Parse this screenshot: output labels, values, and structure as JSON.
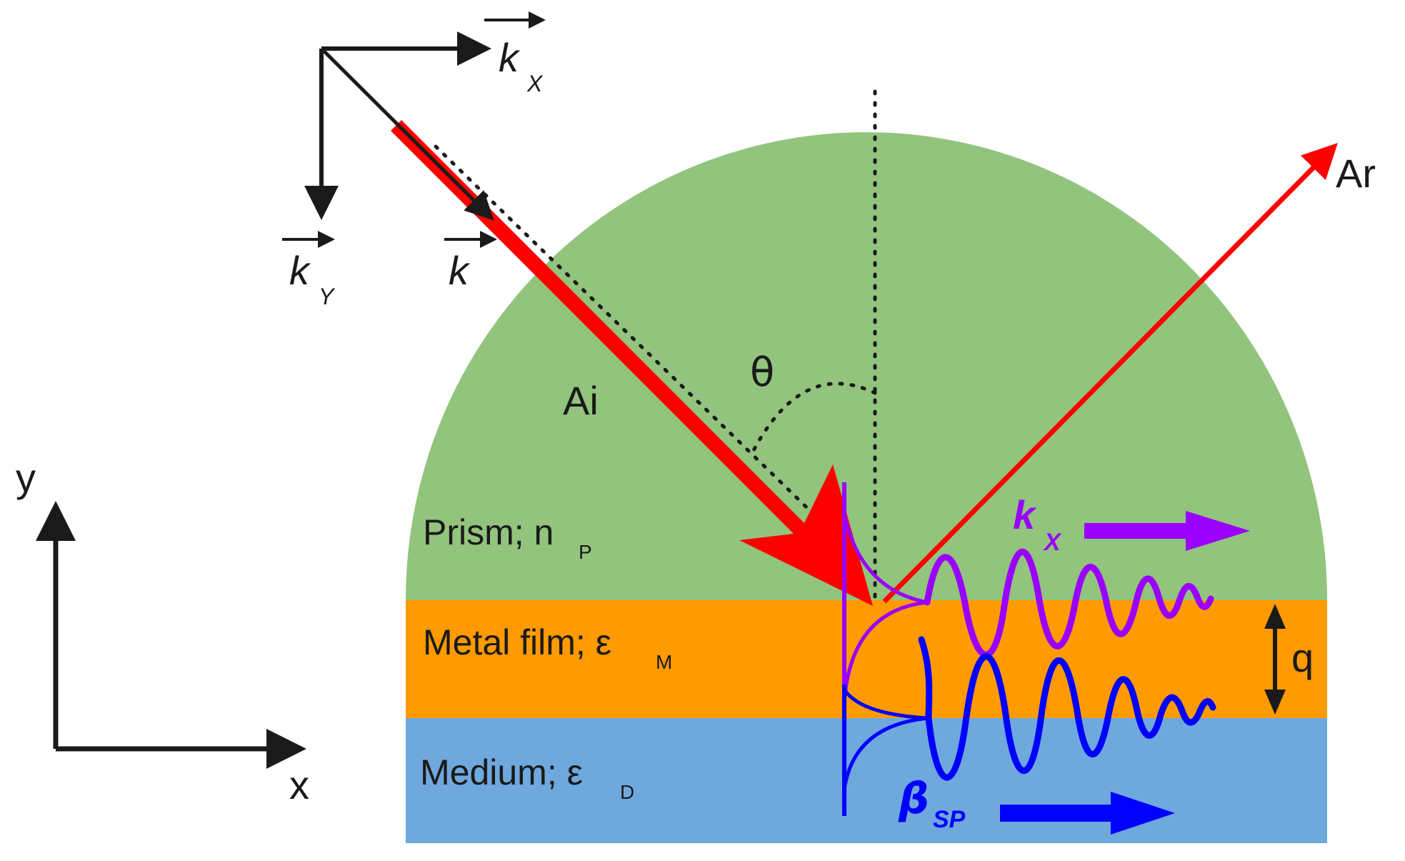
{
  "labels": {
    "prism_main": "Prism; n",
    "prism_sub": "P",
    "metal_main": "Metal film; ε",
    "metal_sub": "M",
    "medium_main": "Medium; ε",
    "medium_sub": "D",
    "ai": "Ai",
    "ar": "Ar",
    "theta": "θ",
    "q": "q",
    "axis_x": "x",
    "axis_y": "y",
    "kx_vec": "k",
    "kx_vec_sub": "X",
    "ky_vec": "k",
    "ky_vec_sub": "Y",
    "k_vec": "k",
    "kx_wave": "k",
    "kx_wave_sub": "X",
    "beta": "β",
    "beta_sub": "SP"
  },
  "colors": {
    "prism": "#92c47d",
    "metal": "#ff9a00",
    "medium": "#6fa8dc",
    "beam": "#ff0000",
    "wave_purple": "#9900ff",
    "wave_blue": "#0000ff",
    "ink": "#1a1a1a"
  }
}
